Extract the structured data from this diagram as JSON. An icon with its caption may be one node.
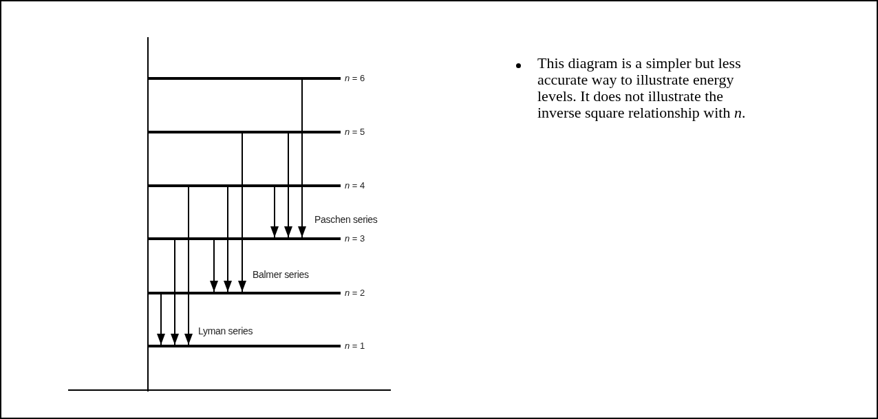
{
  "diagram": {
    "nodes": [
      {
        "text": [],
        "shape": "bar",
        "beside": [
          "*n* = 6"
        ]
      },
      {
        "text": [],
        "shape": "bar",
        "beside": [
          "*n* = 5"
        ]
      },
      {
        "text": [],
        "shape": "bar",
        "beside": [
          "*n* = 4"
        ]
      },
      {
        "text": [],
        "shape": "bar",
        "beside": [
          "*n* = 3"
        ]
      },
      {
        "text": [],
        "shape": "bar",
        "beside": [
          "*n* = 2"
        ]
      },
      {
        "text": [],
        "shape": "bar",
        "beside": [
          "*n* = 1"
        ]
      }
    ],
    "edges": [
      {
        "from": 4,
        "to": 5,
        "arrow": "to"
      },
      {
        "from": 3,
        "to": 5,
        "arrow": "to"
      },
      {
        "from": 2,
        "to": 5,
        "arrow": "to"
      },
      {
        "from": 3,
        "to": 4,
        "arrow": "to"
      },
      {
        "from": 2,
        "to": 4,
        "arrow": "to"
      },
      {
        "from": 1,
        "to": 4,
        "arrow": "to"
      },
      {
        "from": 2,
        "to": 3,
        "arrow": "to"
      },
      {
        "from": 1,
        "to": 3,
        "arrow": "to"
      },
      {
        "from": 0,
        "to": 3,
        "arrow": "to"
      }
    ],
    "labels": [
      "This diagram is a simpler but less accurate way to illustrate energy levels. It does not illustrate the inverse square relationship with *n*.",
      "Paschen series",
      "Balmer series",
      "Lyman series"
    ]
  }
}
